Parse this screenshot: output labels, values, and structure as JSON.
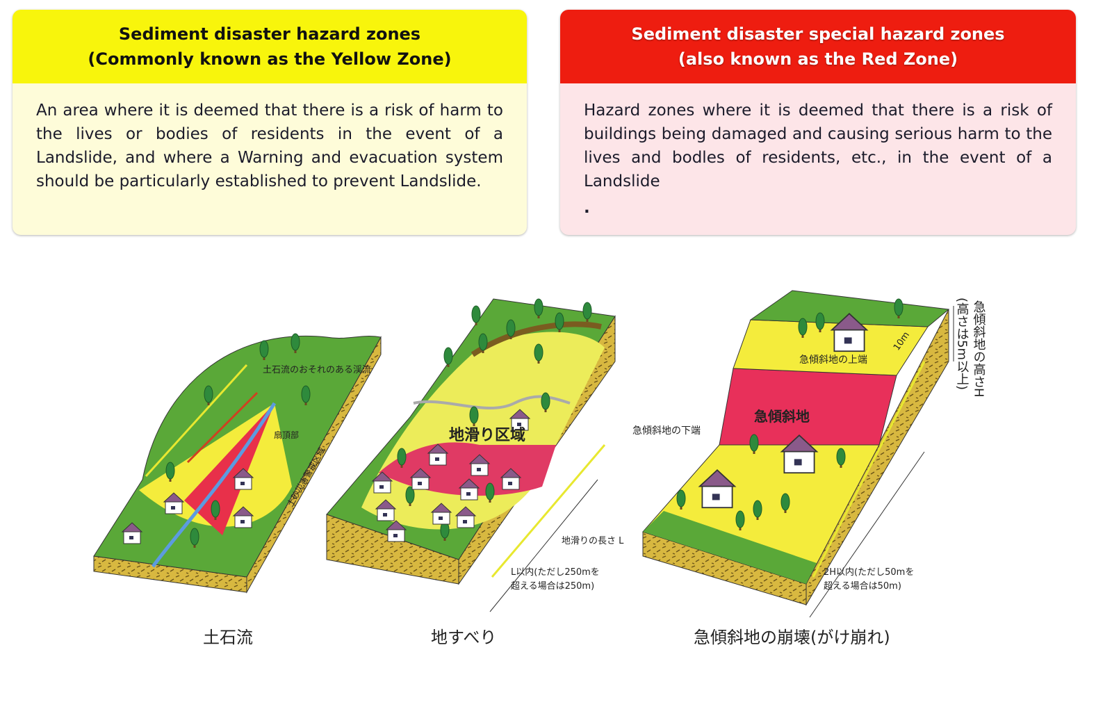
{
  "yellow_zone": {
    "title_line1": "Sediment disaster hazard zones",
    "title_line2": "(Commonly known as the Yellow Zone)",
    "description": "An area where it is deemed that there is a risk of harm to the lives or bodies of residents in the event of a Landslide, and where a Warning and evacuation system should be particularly established to prevent Landslide.",
    "color": "#f8f50c"
  },
  "red_zone": {
    "title_line1": "Sediment disaster special hazard zones",
    "title_line2": "(also known as the Red Zone)",
    "description": "Hazard zones where it is deemed that there is a risk of buildings being damaged and causing serious harm to the lives and bodles of residents, etc., in the event of a Landslide",
    "trailing": ".",
    "color": "#ee1d10"
  },
  "illustrations": {
    "debris_flow": {
      "caption": "土石流",
      "label_top": "土石流のおそれのある渓流",
      "label_fan": "扇頂部",
      "label_side": "土砂災害警戒区域"
    },
    "landslide": {
      "caption": "地すべり",
      "label_area": "地滑り区域",
      "label_length": "地滑りの長さ L",
      "label_range_line1": "L以内(ただし250mを",
      "label_range_line2": "超える場合は250m)"
    },
    "steep_slope": {
      "caption": "急傾斜地の崩壊(がけ崩れ)",
      "label_slope": "急傾斜地",
      "label_top_edge": "急傾斜地の上端",
      "label_bottom_edge": "急傾斜地の下端",
      "label_10m": "10m",
      "label_height": "急傾斜地の高さH",
      "label_height_note": "(高さは5m以上)",
      "label_range_line1": "2H以内(ただし50mを",
      "label_range_line2": "超える場合は50m)"
    }
  }
}
